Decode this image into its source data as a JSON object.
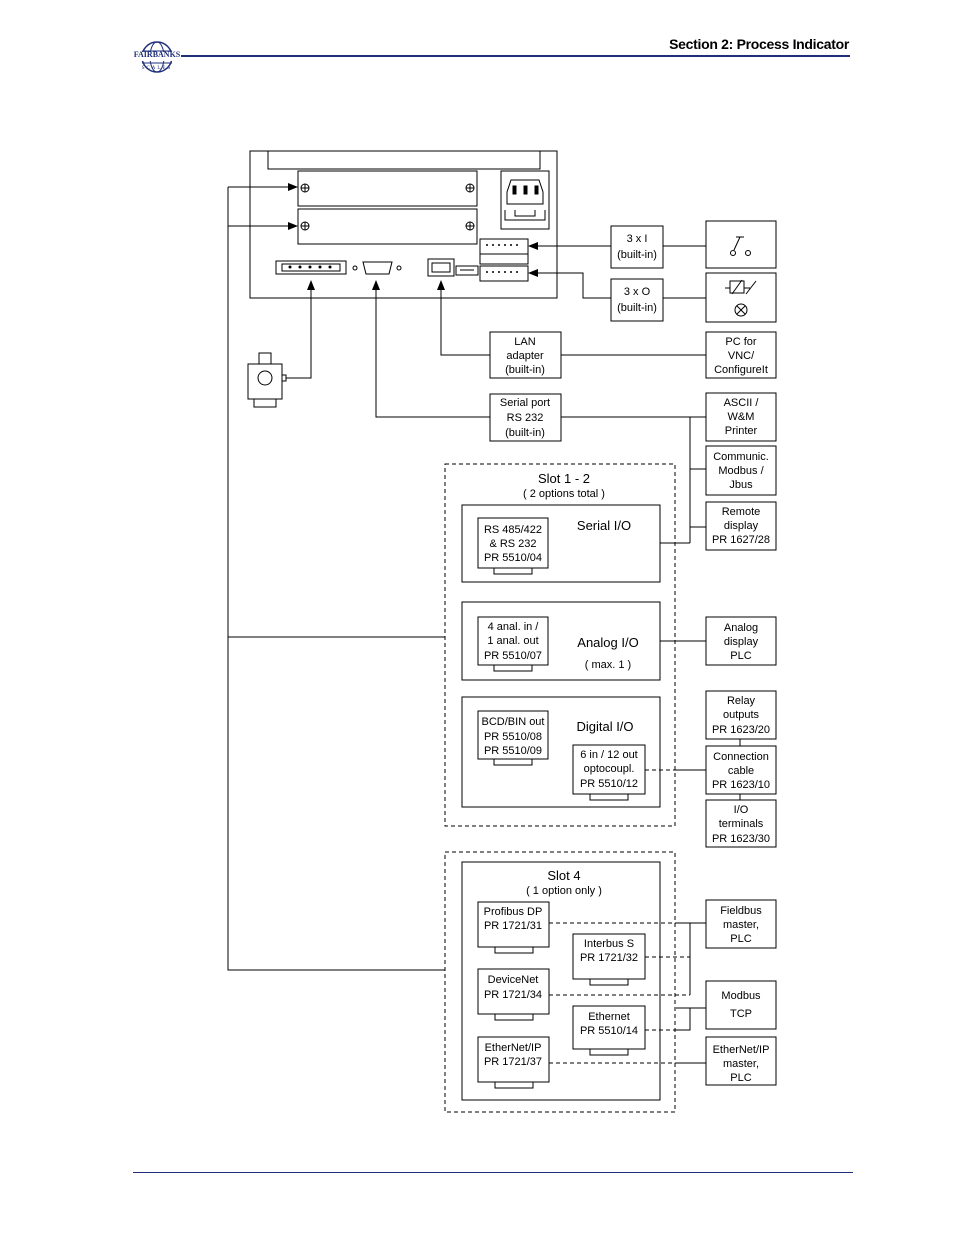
{
  "header": {
    "section_title": "Section 2: Process Indicator",
    "logo_text": "FAIRBANKS",
    "logo_subtext": "SCALES"
  },
  "diagram": {
    "inputs_box": [
      "3 x I",
      "(built-in)"
    ],
    "outputs_box": [
      "3 x O",
      "(built-in)"
    ],
    "lan_box": [
      "LAN",
      "adapter",
      "(built-in)"
    ],
    "pc_box": [
      "PC for",
      "VNC/",
      "ConfigureIt"
    ],
    "serial_box": [
      "Serial port",
      "RS 232",
      "(built-in)"
    ],
    "printer_box": [
      "ASCII /",
      "W&M",
      "Printer"
    ],
    "modbus_jbus_box": [
      "Communic.",
      "Modbus /",
      "Jbus"
    ],
    "remote_display_box": [
      "Remote",
      "display",
      "PR 1627/28"
    ],
    "slot12_title": "Slot 1 - 2",
    "slot12_subtitle": "( 2 options total )",
    "serial_io_label": "Serial I/O",
    "rs485_card": [
      "RS 485/422",
      "& RS 232",
      "PR 5510/04"
    ],
    "analog_io_label": "Analog I/O",
    "analog_io_note": "( max. 1 )",
    "analog_card": [
      "4 anal. in /",
      "1 anal. out",
      "PR 5510/07"
    ],
    "analog_display_box": [
      "Analog",
      "display",
      "PLC"
    ],
    "digital_io_label": "Digital I/O",
    "bcd_card": [
      "BCD/BIN out",
      "PR 5510/08",
      "PR 5510/09"
    ],
    "opto_card": [
      "6 in / 12 out",
      "optocoupl.",
      "PR 5510/12"
    ],
    "relay_box": [
      "Relay",
      "outputs",
      "PR 1623/20"
    ],
    "cable_box": [
      "Connection",
      "cable",
      "PR 1623/10"
    ],
    "io_terminals_box": [
      "I/O",
      "terminals",
      "PR 1623/30"
    ],
    "slot4_title": "Slot 4",
    "slot4_subtitle": "( 1 option only )",
    "profibus_card": [
      "Profibus DP",
      "PR 1721/31"
    ],
    "interbus_card": [
      "Interbus S",
      "PR 1721/32"
    ],
    "devicenet_card": [
      "DeviceNet",
      "PR 1721/34"
    ],
    "ethernet_card": [
      "Ethernet",
      "PR 5510/14"
    ],
    "ethernetip_card": [
      "EtherNet/IP",
      "PR 1721/37"
    ],
    "fieldbus_box": [
      "Fieldbus",
      "master,",
      "PLC"
    ],
    "modbus_tcp_box": [
      "Modbus",
      "TCP"
    ],
    "ethernetip_master_box": [
      "EtherNet/IP",
      "master,",
      "PLC"
    ]
  }
}
